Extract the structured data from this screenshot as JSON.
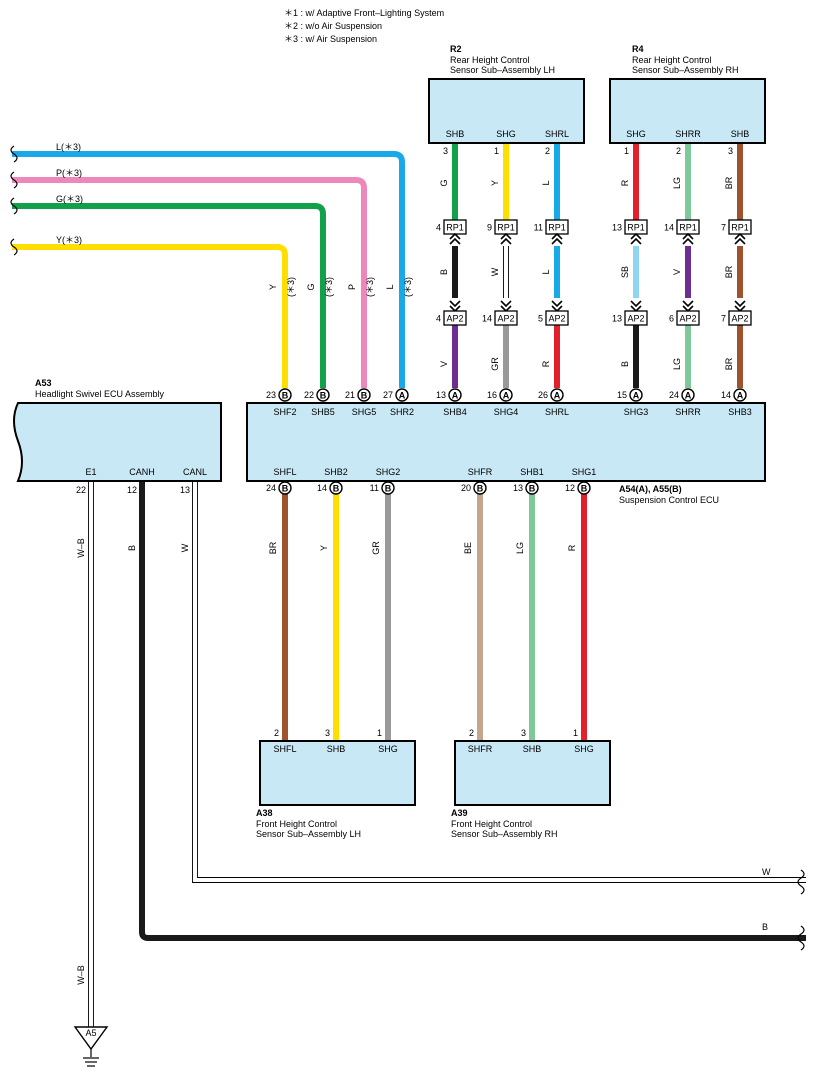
{
  "notes": [
    "＊1 : w/ Adaptive Front–Lighting System",
    "＊2 : w/o Air Suspension",
    "＊3 : w/ Air Suspension"
  ],
  "components": {
    "r2": {
      "ref": "R2",
      "line1": "Rear Height Control",
      "line2": "Sensor Sub–Assembly LH",
      "pins": [
        "SHB",
        "SHG",
        "SHRL"
      ]
    },
    "r4": {
      "ref": "R4",
      "line1": "Rear Height Control",
      "line2": "Sensor Sub–Assembly RH",
      "pins": [
        "SHG",
        "SHRR",
        "SHB"
      ]
    },
    "a53": {
      "ref": "A53",
      "line1": "Headlight Swivel ECU Assembly",
      "pins": [
        "E1",
        "CANH",
        "CANL"
      ]
    },
    "ecu": {
      "ref": "A54(A), A55(B)",
      "line1": "Suspension Control ECU",
      "top_pins": [
        "SHF2",
        "SHB5",
        "SHG5",
        "SHR2",
        "SHB4",
        "SHG4",
        "SHRL",
        "SHG3",
        "SHRR",
        "SHB3"
      ],
      "bottom_pins": [
        "SHFL",
        "SHB2",
        "SHG2",
        "SHFR",
        "SHB1",
        "SHG1"
      ]
    },
    "a38": {
      "ref": "A38",
      "line1": "Front Height Control",
      "line2": "Sensor Sub–Assembly LH",
      "pins": [
        "SHFL",
        "SHB",
        "SHG"
      ]
    },
    "a39": {
      "ref": "A39",
      "line1": "Front Height Control",
      "line2": "Sensor Sub–Assembly RH",
      "pins": [
        "SHFR",
        "SHB",
        "SHG"
      ]
    }
  },
  "left_wires": [
    {
      "label": "L(＊3)",
      "color": "#1aa9e8",
      "vlabel": "L",
      "note": "(＊3)",
      "pin": "27",
      "pin_type": "A"
    },
    {
      "label": "P(＊3)",
      "color": "#ee88bb",
      "vlabel": "P",
      "note": "(＊3)",
      "pin": "21",
      "pin_type": "B"
    },
    {
      "label": "G(＊3)",
      "color": "#12a14b",
      "vlabel": "G",
      "note": "(＊3)",
      "pin": "22",
      "pin_type": "B"
    },
    {
      "label": "Y(＊3)",
      "color": "#ffde00",
      "vlabel": "Y",
      "note": "(＊3)",
      "pin": "23",
      "pin_type": "B"
    }
  ],
  "rear_wires": [
    {
      "top_pin": "3",
      "top_color": "#12a14b",
      "top_label": "G",
      "rp1_pin": "4",
      "mid_color": "#1a1a1a",
      "mid_label": "B",
      "ap2_pin": "4",
      "bot_color": "#6f2c91",
      "bot_label": "V",
      "ecu_pin": "13",
      "ecu_type": "A"
    },
    {
      "top_pin": "1",
      "top_color": "#ffde00",
      "top_label": "Y",
      "rp1_pin": "9",
      "mid_color": "#ffffff",
      "mid_label": "W",
      "ap2_pin": "14",
      "bot_color": "#999999",
      "bot_label": "GR",
      "ecu_pin": "16",
      "ecu_type": "A"
    },
    {
      "top_pin": "2",
      "top_color": "#1aa9e8",
      "top_label": "L",
      "rp1_pin": "11",
      "mid_color": "#1aa9e8",
      "mid_label": "L",
      "ap2_pin": "5",
      "bot_color": "#e3202a",
      "bot_label": "R",
      "ecu_pin": "26",
      "ecu_type": "A"
    },
    {
      "top_pin": "1",
      "top_color": "#e3202a",
      "top_label": "R",
      "rp1_pin": "13",
      "mid_color": "#8fd4f0",
      "mid_label": "SB",
      "ap2_pin": "13",
      "bot_color": "#1a1a1a",
      "bot_label": "B",
      "ecu_pin": "15",
      "ecu_type": "A"
    },
    {
      "top_pin": "2",
      "top_color": "#7ec89a",
      "top_label": "LG",
      "rp1_pin": "14",
      "mid_color": "#6f2c91",
      "mid_label": "V",
      "ap2_pin": "6",
      "bot_color": "#7ec89a",
      "bot_label": "LG",
      "ecu_pin": "24",
      "ecu_type": "A"
    },
    {
      "top_pin": "3",
      "top_color": "#a0522d",
      "top_label": "BR",
      "rp1_pin": "7",
      "mid_color": "#a0522d",
      "mid_label": "BR",
      "ap2_pin": "7",
      "bot_color": "#a0522d",
      "bot_label": "BR",
      "ecu_pin": "14",
      "ecu_type": "A"
    }
  ],
  "connector_names": {
    "rp1": "RP1",
    "ap2": "AP2"
  },
  "front_wires": [
    {
      "ecu_pin": "24",
      "ecu_type": "B",
      "color": "#a0522d",
      "label": "BR",
      "sensor_pin": "2"
    },
    {
      "ecu_pin": "14",
      "ecu_type": "B",
      "color": "#ffde00",
      "label": "Y",
      "sensor_pin": "3"
    },
    {
      "ecu_pin": "11",
      "ecu_type": "B",
      "color": "#999999",
      "label": "GR",
      "sensor_pin": "1"
    },
    {
      "ecu_pin": "20",
      "ecu_type": "B",
      "color": "#c4a68c",
      "label": "BE",
      "sensor_pin": "2"
    },
    {
      "ecu_pin": "13",
      "ecu_type": "B",
      "color": "#7ec89a",
      "label": "LG",
      "sensor_pin": "3"
    },
    {
      "ecu_pin": "12",
      "ecu_type": "B",
      "color": "#e3202a",
      "label": "R",
      "sensor_pin": "1"
    }
  ],
  "a53_wires": [
    {
      "pin": "22",
      "label": "W–B",
      "label2": "W–B",
      "color": "#ffffff"
    },
    {
      "pin": "12",
      "label": "B",
      "right_label": "B",
      "color": "#1a1a1a"
    },
    {
      "pin": "13",
      "label": "W",
      "right_label": "W",
      "color": "#ffffff"
    }
  ],
  "ground": {
    "label": "A5"
  }
}
